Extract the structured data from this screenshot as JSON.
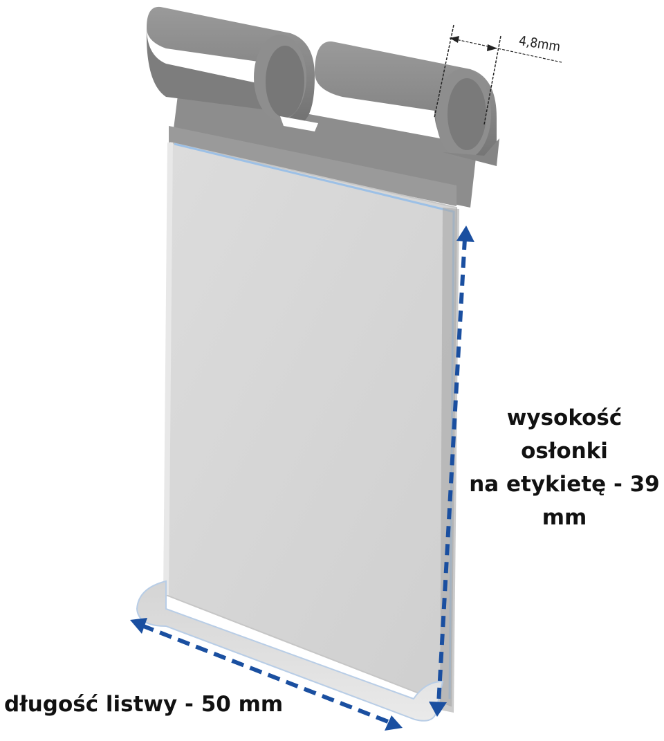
{
  "diagram": {
    "subject": "label holder with clip hooks",
    "annotations": {
      "clip_width": "4,8mm",
      "height_label": [
        "wysokość osłonki",
        "na etykietę - 39",
        "mm"
      ],
      "length_label": "długość listwy - 50 mm"
    },
    "colors": {
      "arrow": "#1a4fa0",
      "clip": "#8c8c8c",
      "clip_dark": "#6e6e6e",
      "panel": "#d6d6d6",
      "panel_edge": "#9cc0e6",
      "text": "#111111"
    }
  }
}
